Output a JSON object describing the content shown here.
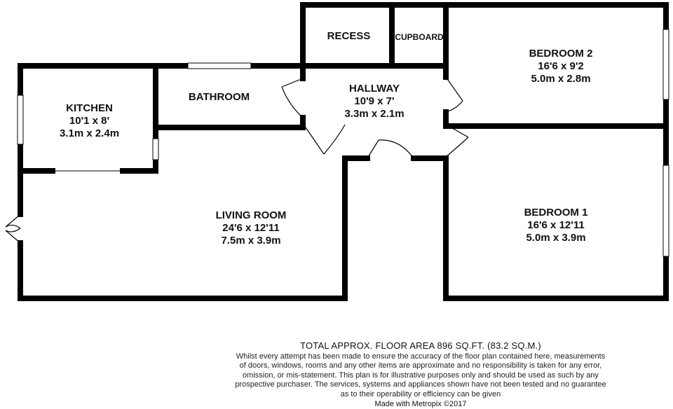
{
  "rooms": {
    "recess": {
      "name": "RECESS"
    },
    "cupboard": {
      "name": "CUPBOARD"
    },
    "bedroom2": {
      "name": "BEDROOM 2",
      "imperial": "16'6 x 9'2",
      "metric": "5.0m x 2.8m"
    },
    "hallway": {
      "name": "HALLWAY",
      "imperial": "10'9 x 7'",
      "metric": "3.3m x 2.1m"
    },
    "bathroom": {
      "name": "BATHROOM"
    },
    "kitchen": {
      "name": "KITCHEN",
      "imperial": "10'1 x 8'",
      "metric": "3.1m x 2.4m"
    },
    "living_room": {
      "name": "LIVING ROOM",
      "imperial": "24'6 x 12'11",
      "metric": "7.5m x 3.9m"
    },
    "bedroom1": {
      "name": "BEDROOM 1",
      "imperial": "16'6 x 12'11",
      "metric": "5.0m x 3.9m"
    }
  },
  "footer": {
    "total_area": "TOTAL APPROX. FLOOR AREA 896 SQ.FT. (83.2 SQ.M.)",
    "disclaimer_lines": [
      "Whilst every attempt has been made to ensure the accuracy of the floor plan contained here, measurements",
      "of doors, windows, rooms and any other items are approximate and no responsibility is taken for any error,",
      "omission, or mis-statement. This plan is for illustrative purposes only and should be used as such by any",
      "prospective purchaser. The services, systems and appliances shown have not been tested and no guarantee",
      "as to their operability or efficiency can be given"
    ],
    "credit": "Made with Metropix ©2017"
  }
}
